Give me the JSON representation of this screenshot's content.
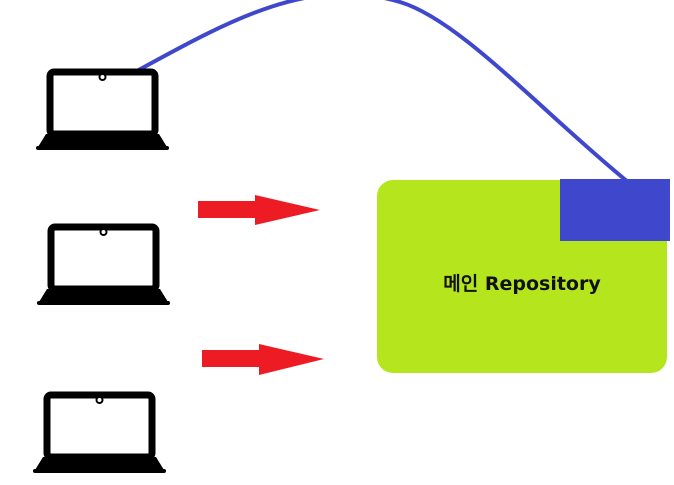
{
  "diagram": {
    "repository": {
      "label": "메인 Repository",
      "fill_color": "#b5e61d",
      "corner_color": "#3f48cc"
    },
    "clients": [
      {
        "icon": "laptop-icon"
      },
      {
        "icon": "laptop-icon"
      },
      {
        "icon": "laptop-icon"
      }
    ],
    "arrows": [
      {
        "from": "client-2",
        "to": "repository",
        "color": "#ed1c24"
      },
      {
        "from": "client-3",
        "to": "repository",
        "color": "#ed1c24"
      }
    ],
    "connection": {
      "from": "client-1",
      "to": "repository-corner",
      "color": "#3f48cc"
    }
  }
}
